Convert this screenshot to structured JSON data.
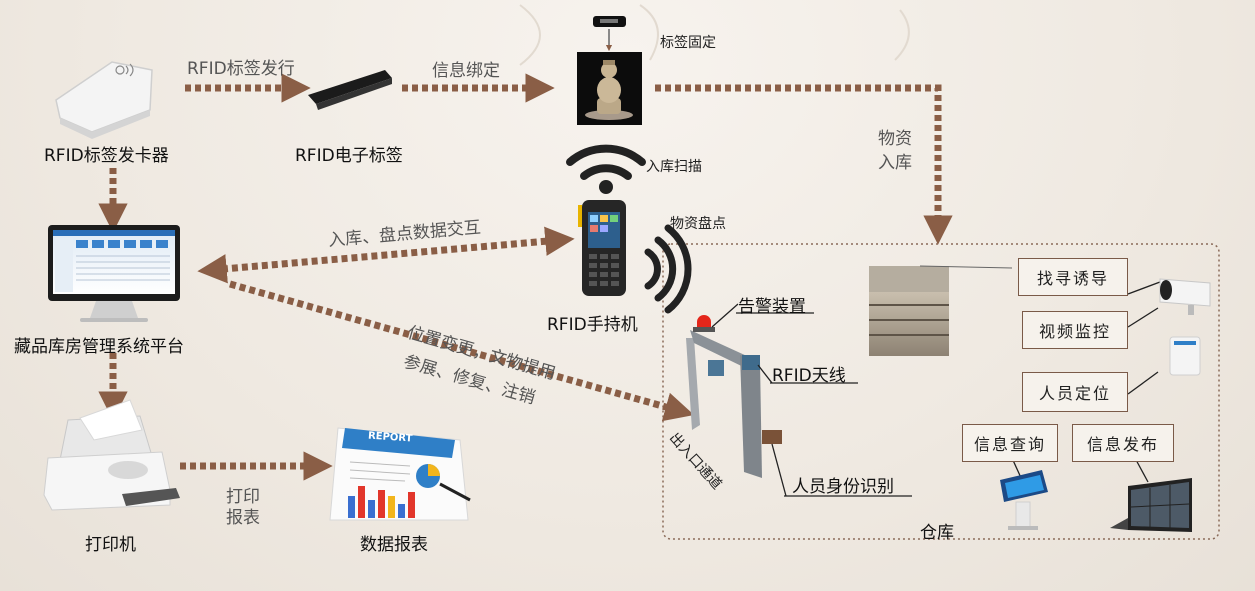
{
  "devices": {
    "card_issuer": "RFID标签发卡器",
    "e_tag": "RFID电子标签",
    "handheld": "RFID手持机",
    "platform": "藏品库房管理系统平台",
    "printer": "打印机",
    "report": "数据报表",
    "report_doc_title": "REPORT"
  },
  "flows": {
    "tag_issue": "RFID标签发行",
    "info_bind": "信息绑定",
    "tag_fix": "标签固定",
    "material_in_line1": "物资",
    "material_in_line2": "入库",
    "in_scan": "入库扫描",
    "inventory": "物资盘点",
    "data_exchange": "入库、盘点数据交互",
    "diag_line1": "位置变更，文物提用",
    "diag_line2": "参展、修复、注销",
    "print_line1": "打印",
    "print_line2": "报表"
  },
  "warehouse": {
    "name": "仓库",
    "alarm": "告警装置",
    "antenna": "RFID天线",
    "channel": "出入口通道",
    "id_recognition": "人员身份识别",
    "boxes": {
      "find_guide": "找寻诱导",
      "video": "视频监控",
      "locate": "人员定位",
      "query": "信息查询",
      "publish": "信息发布"
    }
  },
  "colors": {
    "arrow": "#8a5e46",
    "border": "#8a6a58",
    "text": "#111111"
  }
}
